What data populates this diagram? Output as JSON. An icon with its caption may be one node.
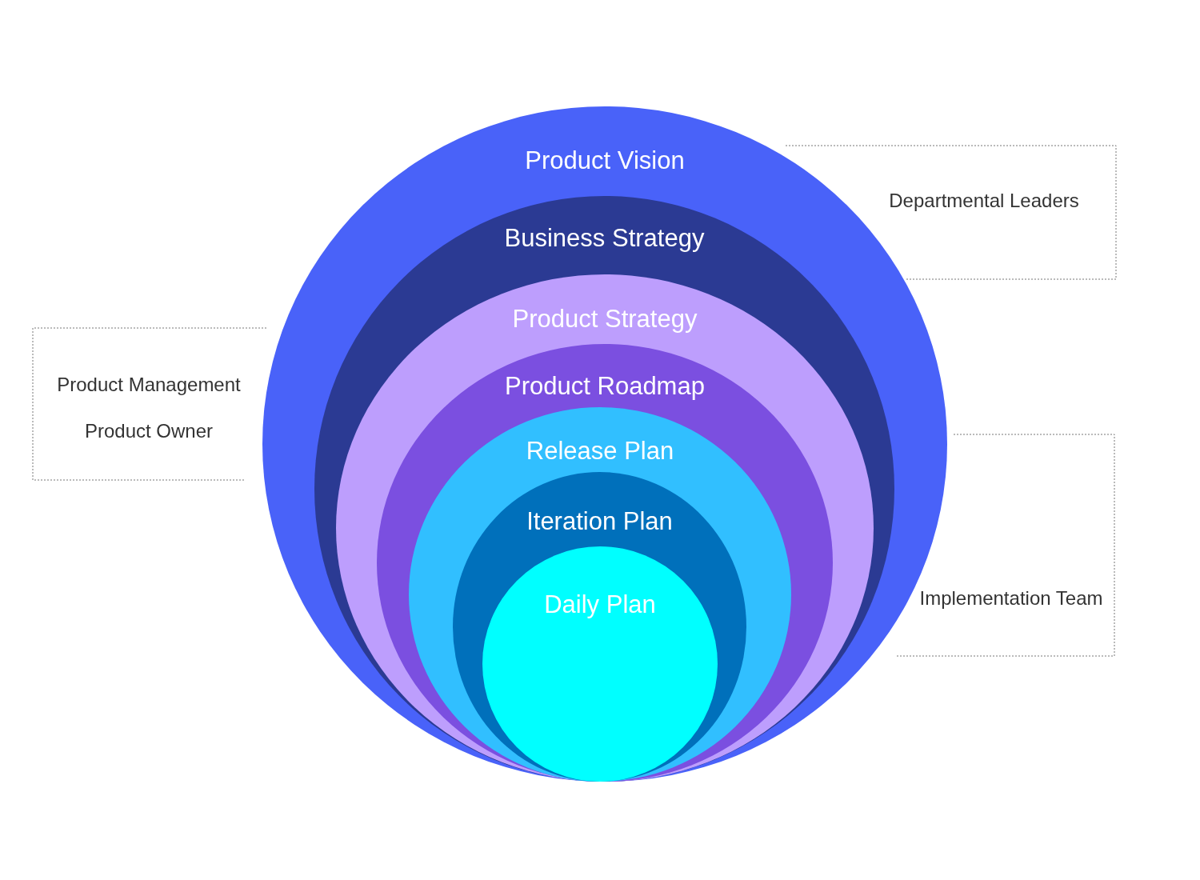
{
  "diagram": {
    "nodes": [
      {
        "text": [
          "Product Vision"
        ]
      },
      {
        "text": [
          "Business Strategy"
        ],
        "in": 0
      },
      {
        "text": [
          "Product Strategy"
        ],
        "in": 1
      },
      {
        "text": [
          "Product Roadmap"
        ],
        "in": 2
      },
      {
        "text": [
          "Release Plan"
        ],
        "in": 3
      },
      {
        "text": [
          "Iteration Plan"
        ],
        "in": 4
      },
      {
        "text": [
          "Daily Plan"
        ],
        "in": 5
      }
    ],
    "edges": [],
    "labels": [
      "Departmental Leaders",
      "Product Management",
      "Product Owner",
      "Implementation Team"
    ]
  }
}
